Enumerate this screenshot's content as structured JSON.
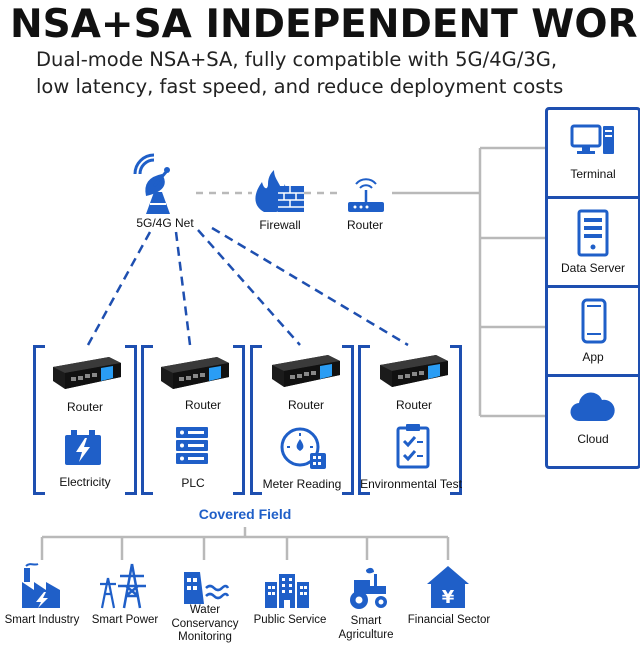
{
  "headline": "NSA+SA INDEPENDENT WORK",
  "subtitle_line1": "Dual-mode NSA+SA, fully compatible with 5G/4G/3G,",
  "subtitle_line2": "low latency, fast speed, and reduce deployment costs",
  "network": {
    "tower_label": "5G/4G Net",
    "firewall_label": "Firewall",
    "router_label": "Router"
  },
  "right_panel": {
    "items": [
      {
        "label": "Terminal",
        "icon": "computer-icon"
      },
      {
        "label": "Data Server",
        "icon": "server-icon"
      },
      {
        "label": "App",
        "icon": "phone-icon"
      },
      {
        "label": "Cloud",
        "icon": "cloud-icon"
      }
    ]
  },
  "edge_devices": [
    {
      "router_label": "Router",
      "field_label": "Electricity",
      "icon": "electricity-icon"
    },
    {
      "router_label": "Router",
      "field_label": "PLC",
      "icon": "plc-icon"
    },
    {
      "router_label": "Router",
      "field_label": "Meter Reading",
      "icon": "meter-icon"
    },
    {
      "router_label": "Router",
      "field_label": "Environmental Test",
      "icon": "clipboard-icon"
    }
  ],
  "covered_field": {
    "title": "Covered Field",
    "items": [
      {
        "label": "Smart Industry",
        "icon": "factory-icon"
      },
      {
        "label": "Smart Power",
        "icon": "power-tower-icon"
      },
      {
        "label": "Water Conservancy Monitoring",
        "line1": "Water",
        "line2": "Conservancy",
        "line3": "Monitoring",
        "icon": "water-dam-icon"
      },
      {
        "label": "Public Service",
        "icon": "building-icon"
      },
      {
        "label": "Smart Agriculture",
        "line1": "Smart",
        "line2": "Agriculture",
        "icon": "tractor-icon"
      },
      {
        "label": "Financial Sector",
        "icon": "bank-icon"
      }
    ]
  },
  "colors": {
    "primary_blue": "#1e4fb0",
    "icon_blue": "#1f5fc8",
    "connector_gray": "#b9b9b9"
  }
}
